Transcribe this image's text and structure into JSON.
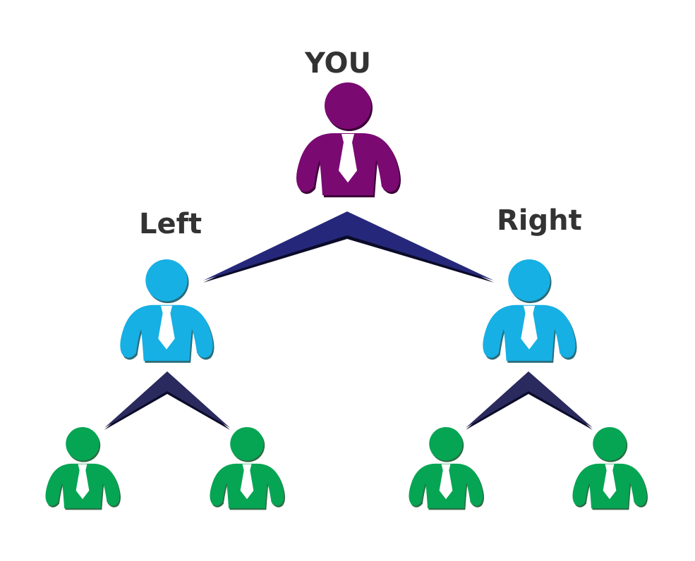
{
  "title": "Binary tree network diagram",
  "labels": {
    "root": "YOU",
    "left": "Left",
    "right": "Right"
  },
  "colors": {
    "root": "#7a0a72",
    "root_edge": "#3d0039",
    "level1": "#16b0e4",
    "level1_edge": "#2a6b78",
    "level2": "#05a553",
    "level2_edge": "#2e6a44",
    "connector": "#25287a",
    "connector_shadow": "#0b0b2a",
    "text": "#333333",
    "tie": "#ffffff"
  },
  "nodes": [
    {
      "id": "you",
      "level": 0,
      "label": "YOU"
    },
    {
      "id": "left",
      "level": 1,
      "label": "Left"
    },
    {
      "id": "right",
      "level": 1,
      "label": "Right"
    },
    {
      "id": "left-left",
      "level": 2
    },
    {
      "id": "left-right",
      "level": 2
    },
    {
      "id": "right-left",
      "level": 2
    },
    {
      "id": "right-right",
      "level": 2
    }
  ]
}
